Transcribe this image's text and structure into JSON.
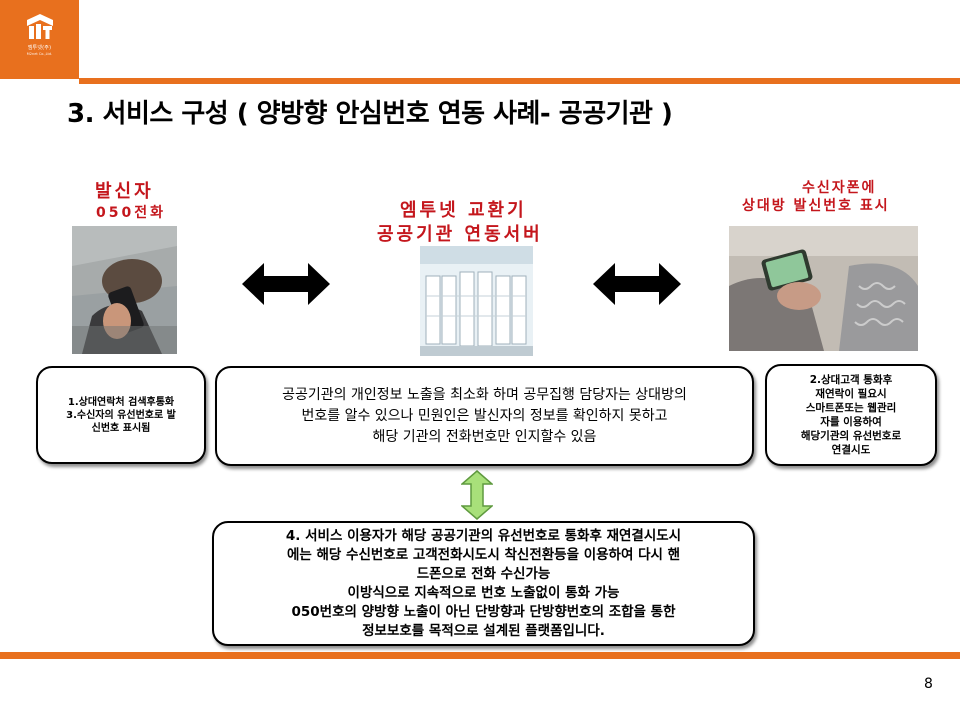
{
  "logo": {
    "company": "엠투넷(주)",
    "sub": "M2net Co.,Ltd."
  },
  "title": "3. 서비스 구성 ( 양방향 안심번호 연동 사례- 공공기관 )",
  "labels": {
    "caller": [
      "발신자",
      "050전화"
    ],
    "server": [
      "엠투넷  교환기",
      "공공기관  연동서버"
    ],
    "receiver": [
      "수신자폰에",
      "상대방  발신번호  표시"
    ]
  },
  "boxes": {
    "left": [
      "1.상대연락처 검색후통화",
      "3.수신자의 유선번호로 발",
      "신번호 표시됨"
    ],
    "middle": [
      "공공기관의 개인정보 노출을 최소화 하며 공무집행 담당자는 상대방의",
      "번호를 알수 있으나 민원인은 발신자의 정보를 확인하지 못하고",
      "해당 기관의 전화번호만 인지할수 있음"
    ],
    "right": [
      "2.상대고객 통화후",
      "재연락이 필요시",
      "스마트폰또는 웹관리",
      "자를 이용하여",
      "해당기관의 유선번호로",
      "연결시도"
    ],
    "bottom": [
      "4. 서비스 이용자가 해당 공공기관의 유선번호로 통화후 재연결시도시",
      "에는 해당 수신번호로 고객전화시도시 착신전환등을 이용하여 다시 핸",
      "드폰으로 전화 수신가능",
      "이방식으로 지속적으로 번호 노출없이 통화 가능",
      "050번호의 양방향 노출이 아닌 단방향과 단방향번호의 조합을 통한",
      "정보보호를 목적으로 설계된 플랫폼입니다."
    ]
  },
  "page_number": "8",
  "colors": {
    "accent": "#e8701e",
    "label_red": "#c4161c",
    "updown_arrow": "#a8e07a"
  }
}
